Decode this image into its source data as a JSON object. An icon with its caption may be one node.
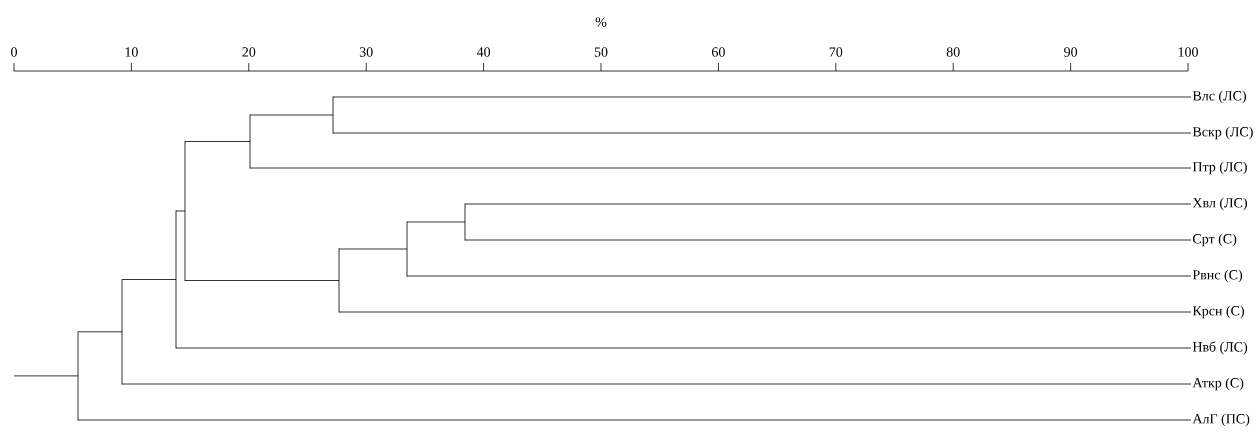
{
  "diagram": {
    "nodes": [
      {
        "text": [
          "Влс (ЛС)"
        ]
      },
      {
        "text": [
          "Вскр (ЛС)"
        ]
      },
      {
        "text": [
          "Птр (ЛС)"
        ]
      },
      {
        "text": [
          "Хвл (ЛС)"
        ]
      },
      {
        "text": [
          "Срт (С)"
        ]
      },
      {
        "text": [
          "Рвнс (С)"
        ]
      },
      {
        "text": [
          "Крсн (С)"
        ]
      },
      {
        "text": [
          "Нвб (ЛС)"
        ]
      },
      {
        "text": [
          "Аткр (С)"
        ]
      },
      {
        "text": [
          "АлГ (ПС)"
        ]
      },
      {
        "text": [],
        "shape": "bar"
      },
      {
        "text": [],
        "shape": "bar"
      },
      {
        "text": [],
        "shape": "bar"
      },
      {
        "text": [],
        "shape": "bar"
      },
      {
        "text": [],
        "shape": "bar"
      },
      {
        "text": [],
        "shape": "bar"
      },
      {
        "text": [],
        "shape": "bar"
      },
      {
        "text": [],
        "shape": "bar"
      },
      {
        "text": [],
        "shape": "bar"
      }
    ],
    "edges": [
      {
        "from": 10,
        "to": 0,
        "arrow": "none"
      },
      {
        "from": 10,
        "to": 1,
        "arrow": "none"
      },
      {
        "from": 11,
        "to": 10,
        "arrow": "none"
      },
      {
        "from": 11,
        "to": 2,
        "arrow": "none"
      },
      {
        "from": 12,
        "to": 3,
        "arrow": "none"
      },
      {
        "from": 12,
        "to": 4,
        "arrow": "none"
      },
      {
        "from": 13,
        "to": 12,
        "arrow": "none"
      },
      {
        "from": 13,
        "to": 5,
        "arrow": "none"
      },
      {
        "from": 14,
        "to": 13,
        "arrow": "none"
      },
      {
        "from": 14,
        "to": 6,
        "arrow": "none"
      },
      {
        "from": 15,
        "to": 11,
        "arrow": "none"
      },
      {
        "from": 15,
        "to": 14,
        "arrow": "none"
      },
      {
        "from": 16,
        "to": 15,
        "arrow": "none"
      },
      {
        "from": 16,
        "to": 7,
        "arrow": "none"
      },
      {
        "from": 17,
        "to": 16,
        "arrow": "none"
      },
      {
        "from": 17,
        "to": 8,
        "arrow": "none"
      },
      {
        "from": 18,
        "to": 17,
        "arrow": "none"
      },
      {
        "from": 18,
        "to": 9,
        "arrow": "none"
      },
      {
        "from": null,
        "to": 18,
        "arrow": "none"
      }
    ],
    "labels": [
      "%",
      "0",
      "10",
      "20",
      "30",
      "40",
      "50",
      "60",
      "70",
      "80",
      "90",
      "100"
    ]
  }
}
